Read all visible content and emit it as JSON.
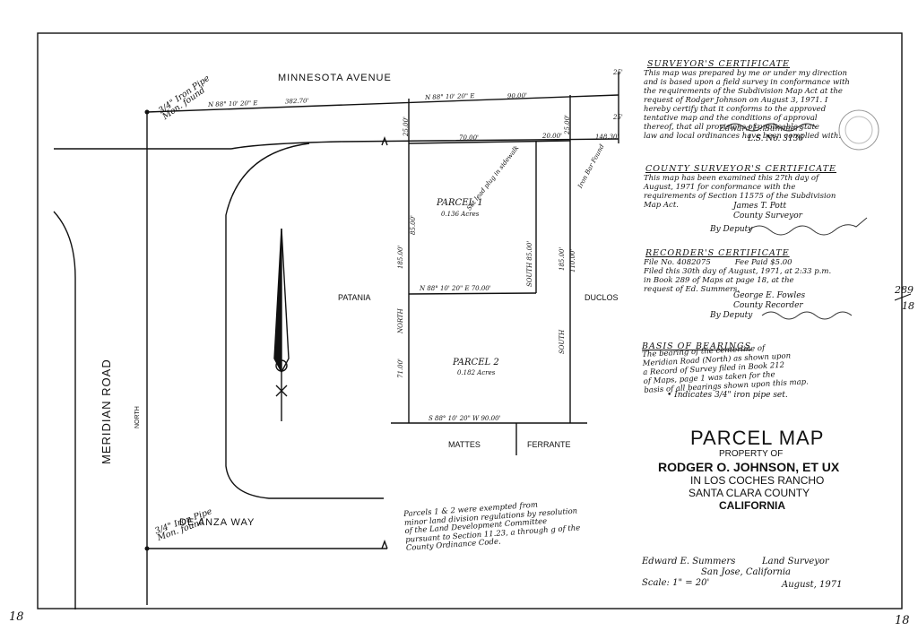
{
  "streets": {
    "minnesota": "MINNESOTA AVENUE",
    "meridian": "MERIDIAN ROAD",
    "de_anza": "DE ANZA WAY",
    "meridian_bearing": "NORTH"
  },
  "neighbors": {
    "patania": "PATANIA",
    "duclos": "DUCLOS",
    "mattes": "MATTES",
    "ferrante": "FERRANTE"
  },
  "parcels": {
    "p1_label": "PARCEL 1",
    "p1_area": "0.136 Acres",
    "p2_label": "PARCEL 2",
    "p2_area": "0.182 Acres"
  },
  "dims": {
    "top_bearing": "N 88° 10' 20\" E",
    "top_left_dist": "382.70'",
    "top_right_dist": "90.00'",
    "inner_top_dist": "70.00'",
    "inner_right_top": "20.00'",
    "far_right_dist": "148.30'",
    "r25_top": "25'",
    "r25_mid": "25'",
    "left_top_seg": "25.00'",
    "right_top_seg": "25.00'",
    "p1_left": "85.00'",
    "left_total": "185.00'",
    "north_left": "NORTH",
    "p2_left": "71.00'",
    "south_inner": "SOUTH 85.00'",
    "right_seg1": "185.00'",
    "right_seg2": "110.00'",
    "south_right": "SOUTH",
    "mid_line": "N 88° 10' 20\" E   70.00'",
    "bottom_line": "S 88° 10' 20\" W   90.00'"
  },
  "monuments": {
    "top_left": "3/4\" Iron Pipe\nMon. found",
    "bottom_left": "3/4\" Iron Pipe\nMon. found",
    "lead_plug": "Set lead plug in sidewalk",
    "iron_bar": "Iron Bar Found"
  },
  "surveyor_cert": {
    "heading": "SURVEYOR'S CERTIFICATE",
    "body": "This map was prepared by me or under my direction\nand is based upon a field survey in conformance with\nthe requirements of the Subdivision Map Act at the\nrequest of Rodger Johnson on August 3, 1971. I\nhereby certify that it conforms to the approved\ntentative map and the conditions of approval\nthereof, that all provisions of applicable state\nlaw and local ordinances have been complied with.",
    "signature": "Edward E. Summers",
    "license": "L.S. No. 3136"
  },
  "county_cert": {
    "heading": "COUNTY SURVEYOR'S CERTIFICATE",
    "body": "This map has been examined this 27th day of\nAugust, 1971 for conformance with the\nrequirements of Section 11575 of the Subdivision\nMap Act.",
    "name": "James T. Pott",
    "title": "County Surveyor",
    "deputy": "By Deputy"
  },
  "recorder_cert": {
    "heading": "RECORDER'S CERTIFICATE",
    "body": "File No. 4082075          Fee Paid $5.00\nFiled this 30th day of August, 1971, at 2:33 p.m.\nin Book 289 of Maps at page 18, at the\nrequest of Ed. Summers.",
    "name": "George E. Fowles",
    "title": "County Recorder",
    "deputy": "By Deputy"
  },
  "bearings": {
    "heading": "BASIS OF BEARINGS",
    "body": "The bearing of the centerline of\nMeridian Road (North) as shown upon\na Record of Survey filed in Book 212\nof Maps, page 1 was taken for the\nbasis of all bearings shown upon this map.",
    "legend": "• Indicates 3/4\" iron pipe set."
  },
  "title_block": {
    "title": "PARCEL MAP",
    "property_of": "PROPERTY OF",
    "owner": "RODGER O. JOHNSON, ET UX",
    "rancho": "IN LOS COCHES RANCHO",
    "county": "SANTA CLARA COUNTY",
    "state": "CALIFORNIA"
  },
  "exemption_note": "Parcels 1 & 2 were exempted from\nminor land division regulations by resolution\nof the Land Development Committee\npursuant to Section 11.23, a through g of the\nCounty Ordinance Code.",
  "footer": {
    "surveyor": "Edward E. Summers",
    "role": "Land Surveyor",
    "city": "San Jose, California",
    "scale": "Scale: 1\" = 20'",
    "date": "August, 1971"
  },
  "page_refs": {
    "book_page_top": "289",
    "book_page_bottom": "18",
    "corner_left": "18",
    "corner_right": "18"
  }
}
